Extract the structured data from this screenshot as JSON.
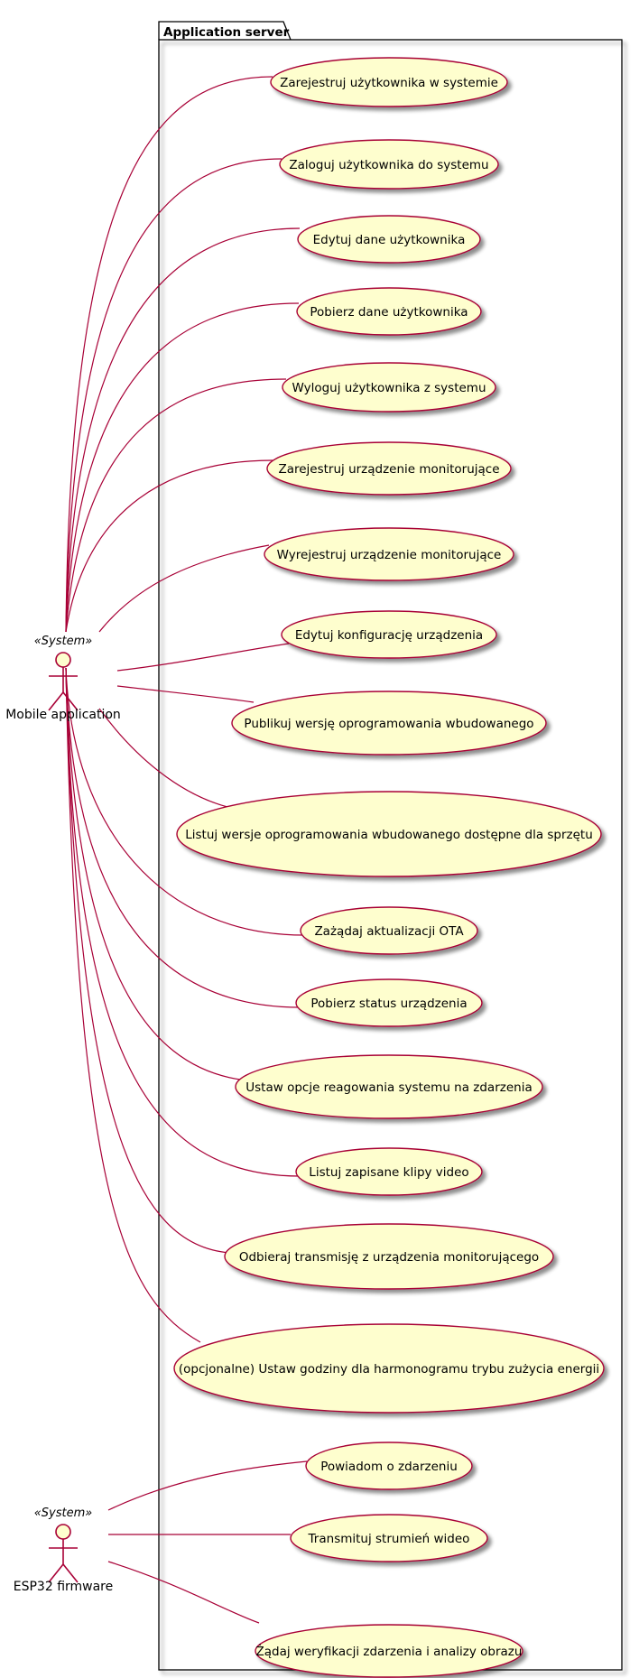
{
  "package": {
    "title": "Application server"
  },
  "actors": [
    {
      "id": "mobile",
      "stereotype": "«System»",
      "name": "Mobile application"
    },
    {
      "id": "esp32",
      "stereotype": "«System»",
      "name": "ESP32 firmware"
    }
  ],
  "use_cases": [
    {
      "label": "Zarejestruj użytkownika w systemie",
      "actor": "mobile"
    },
    {
      "label": "Zaloguj użytkownika do systemu",
      "actor": "mobile"
    },
    {
      "label": "Edytuj dane użytkownika",
      "actor": "mobile"
    },
    {
      "label": "Pobierz dane użytkownika",
      "actor": "mobile"
    },
    {
      "label": "Wyloguj użytkownika z systemu",
      "actor": "mobile"
    },
    {
      "label": "Zarejestruj urządzenie monitorujące",
      "actor": "mobile"
    },
    {
      "label": "Wyrejestruj urządzenie monitorujące",
      "actor": "mobile"
    },
    {
      "label": "Edytuj konfigurację urządzenia",
      "actor": "mobile"
    },
    {
      "label": "Publikuj wersję oprogramowania wbudowanego",
      "actor": "mobile"
    },
    {
      "label": "Listuj wersje oprogramowania wbudowanego dostępne dla sprzętu",
      "actor": "mobile"
    },
    {
      "label": "Zażądaj aktualizacji OTA",
      "actor": "mobile"
    },
    {
      "label": "Pobierz status urządzenia",
      "actor": "mobile"
    },
    {
      "label": "Ustaw opcje reagowania systemu na zdarzenia",
      "actor": "mobile"
    },
    {
      "label": "Listuj zapisane klipy video",
      "actor": "mobile"
    },
    {
      "label": "Odbieraj transmisję z urządzenia monitorującego",
      "actor": "mobile"
    },
    {
      "label": "(opcjonalne) Ustaw godziny dla harmonogramu trybu zużycia energii",
      "actor": "mobile"
    },
    {
      "label": "Powiadom o zdarzeniu",
      "actor": "esp32"
    },
    {
      "label": "Transmituj strumień wideo",
      "actor": "esp32"
    },
    {
      "label": "Żądaj weryfikacji zdarzenia i analizy obrazu",
      "actor": "esp32"
    }
  ],
  "colors": {
    "usecase_fill": "#FEFECE",
    "usecase_border": "#A80036",
    "link": "#A80036",
    "actor_fill": "#FEFECE",
    "actor_border": "#A80036",
    "package_border": "#000000"
  }
}
